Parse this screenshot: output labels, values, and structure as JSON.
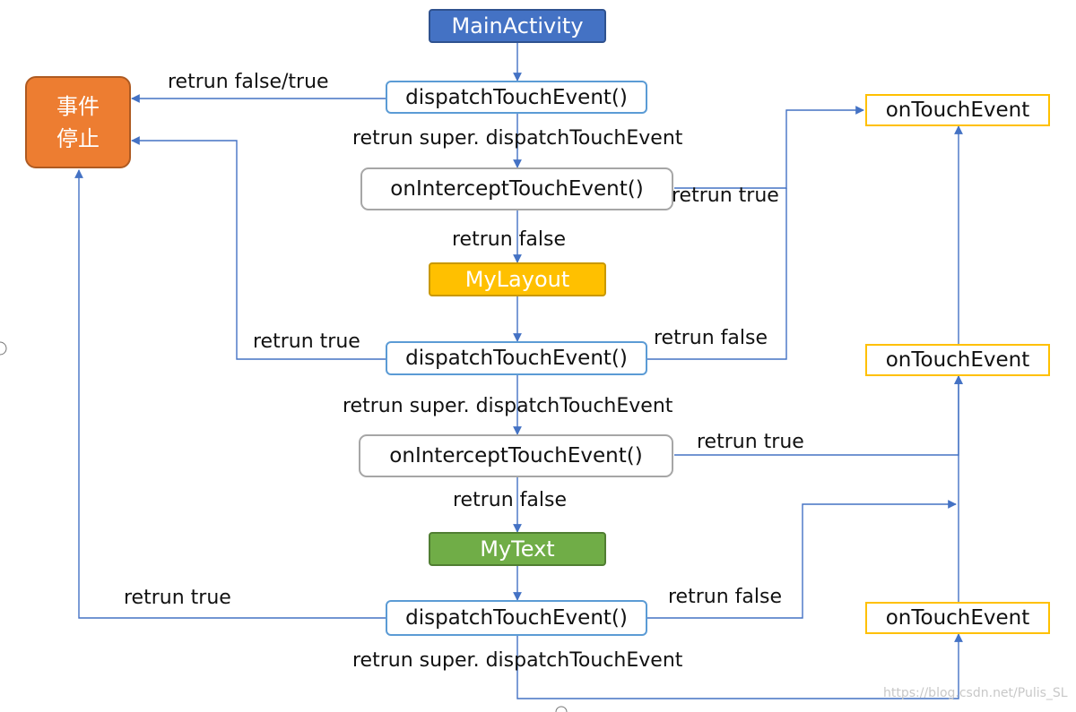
{
  "nodes": {
    "main_activity": "MainActivity",
    "dispatch_1": "dispatchTouchEvent()",
    "intercept_1": "onInterceptTouchEvent()",
    "my_layout": "MyLayout",
    "dispatch_2": "dispatchTouchEvent()",
    "intercept_2": "onInterceptTouchEvent()",
    "my_text": "MyText",
    "dispatch_3": "dispatchTouchEvent()",
    "touch_1": "onTouchEvent",
    "touch_2": "onTouchEvent",
    "touch_3": "onTouchEvent",
    "stop_line1": "事件",
    "stop_line2": "停止"
  },
  "labels": {
    "return_false_true": "retrun false/true",
    "super_1": "retrun super. dispatchTouchEvent",
    "intercept1_true": "retrun true",
    "intercept1_false": "retrun false",
    "dispatch2_true": "retrun true",
    "dispatch2_false": "retrun false",
    "super_2": "retrun super. dispatchTouchEvent",
    "intercept2_true": "retrun true",
    "intercept2_false": "retrun false",
    "dispatch3_true": "retrun true",
    "dispatch3_false": "retrun false",
    "super_3": "retrun super. dispatchTouchEvent"
  },
  "watermark": "https://blog.csdn.net/Pulis_SL",
  "colors": {
    "connector": "#4472c4",
    "main_activity": "#4472c4",
    "my_layout": "#ffc000",
    "my_text": "#70ad47",
    "stop": "#ed7d31",
    "dispatch_border": "#5b9bd5",
    "intercept_border": "#a6a6a6",
    "touch_border": "#ffc000"
  }
}
